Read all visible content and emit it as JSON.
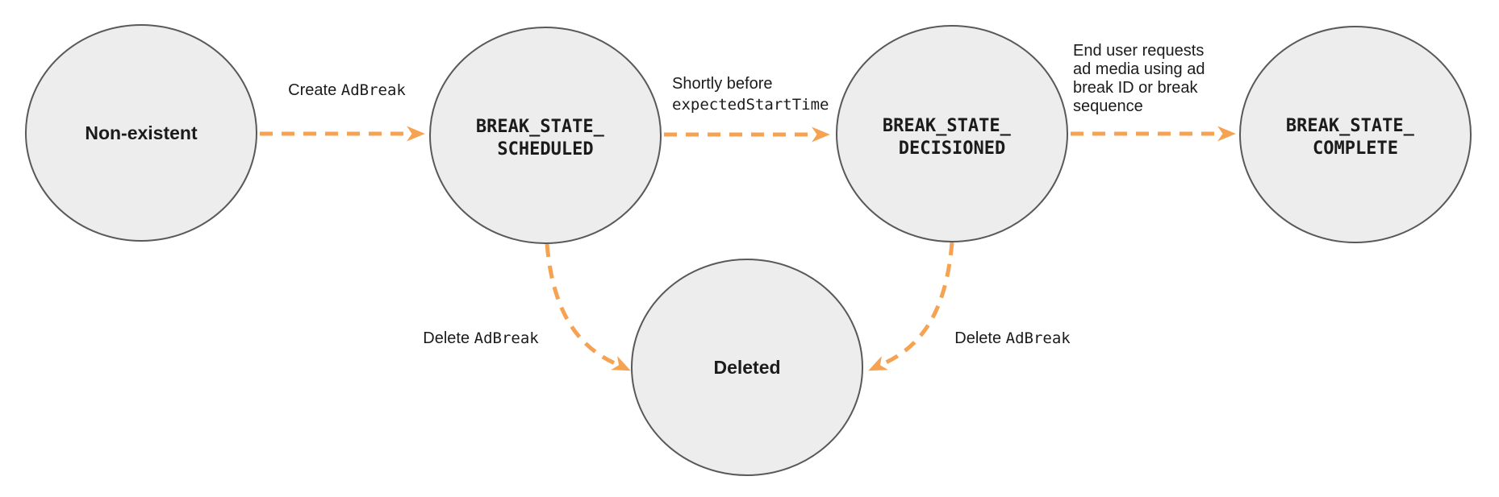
{
  "diagram": {
    "colors": {
      "node_fill": "#EDEDED",
      "node_border": "#58595B",
      "arrow_orange": "#F5A352",
      "text": "#1B1B1B",
      "background": "#FFFFFF"
    },
    "states": {
      "non_existent": {
        "label": "Non-existent"
      },
      "scheduled": {
        "line1": "BREAK_STATE_",
        "line2": "SCHEDULED"
      },
      "decisioned": {
        "line1": "BREAK_STATE_",
        "line2": "DECISIONED"
      },
      "complete": {
        "line1": "BREAK_STATE_",
        "line2": "COMPLETE"
      },
      "deleted": {
        "label": "Deleted"
      }
    },
    "transitions": {
      "create": {
        "text": "Create ",
        "code": "AdBreak"
      },
      "shortly_before": {
        "text": "Shortly before",
        "code": "expectedStartTime"
      },
      "end_user": {
        "line1": "End user requests",
        "line2": "ad media using ad",
        "line3": "break ID or break",
        "line4": "sequence"
      },
      "delete_left": {
        "text": "Delete ",
        "code": "AdBreak"
      },
      "delete_right": {
        "text": "Delete ",
        "code": "AdBreak"
      }
    }
  }
}
